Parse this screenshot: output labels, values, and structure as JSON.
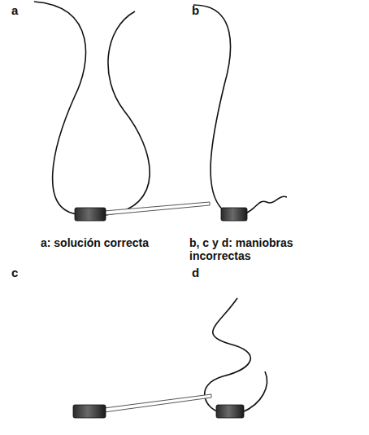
{
  "diagram": {
    "labels": [
      "a",
      "b",
      "a: solución correcta",
      "b, c y d: maniobras incorrectas",
      "c",
      "d"
    ]
  }
}
